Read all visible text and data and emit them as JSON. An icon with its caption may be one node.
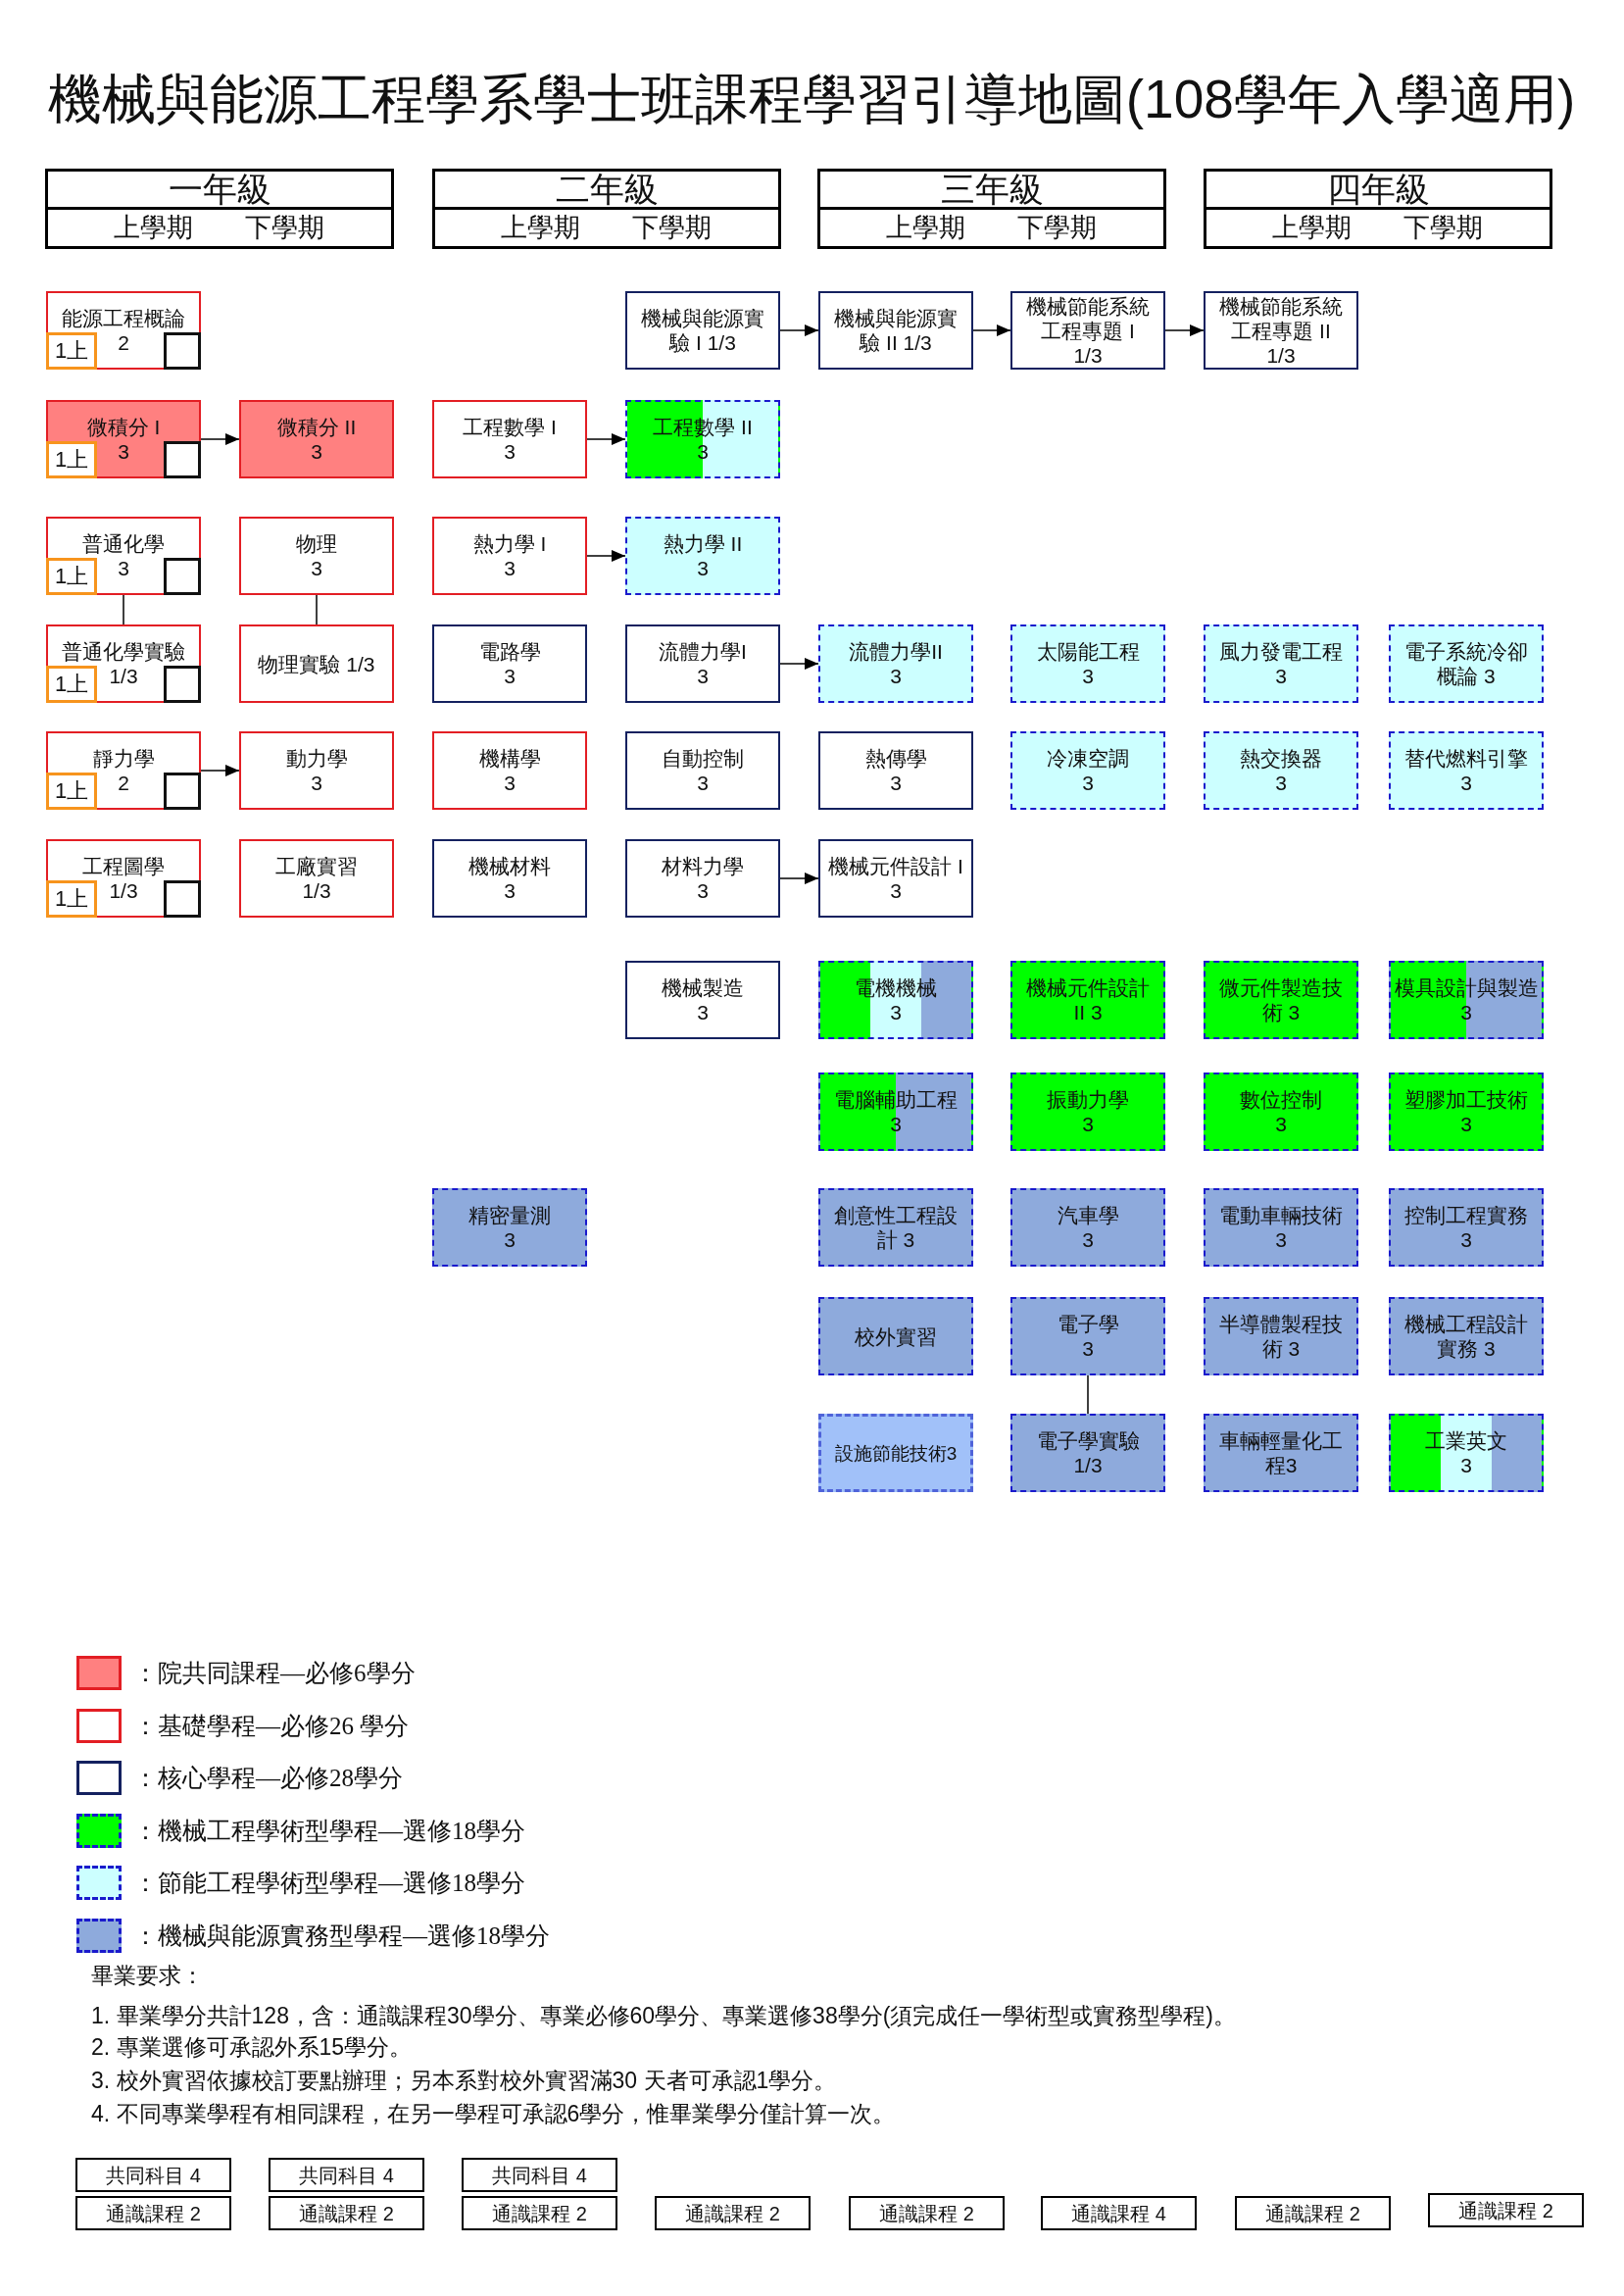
{
  "diagram": {
    "title": "機械與能源工程學系學士班課程學習引導地圖(108學年入學適用)",
    "nodes": [
      {
        "text": [
          "一年級",
          "上學期",
          "下學期"
        ]
      },
      {
        "text": [
          "二年級",
          "上學期",
          "下學期"
        ]
      },
      {
        "text": [
          "三年級",
          "上學期",
          "下學期"
        ]
      },
      {
        "text": [
          "四年級",
          "上學期",
          "下學期"
        ]
      },
      {
        "text": [
          "能源工程概論",
          "2"
        ]
      },
      {
        "text": [
          "1上"
        ],
        "in": 4
      },
      {
        "text": [],
        "shape": "box",
        "in": 4
      },
      {
        "text": [
          "機械與能源實驗 I 1/3"
        ]
      },
      {
        "text": [
          "機械與能源實驗 II 1/3"
        ]
      },
      {
        "text": [
          "機械節能系統工程專題 I",
          "1/3"
        ]
      },
      {
        "text": [
          "機械節能系統工程專題 II",
          "1/3"
        ]
      },
      {
        "text": [
          "微積分 I",
          "3"
        ]
      },
      {
        "text": [
          "1上"
        ],
        "in": 11
      },
      {
        "text": [],
        "shape": "box",
        "in": 11
      },
      {
        "text": [
          "微積分 II",
          "3"
        ]
      },
      {
        "text": [
          "工程數學 I",
          "3"
        ]
      },
      {
        "text": [
          "工程數學 II",
          "3"
        ]
      },
      {
        "text": [
          "普通化學",
          "3"
        ]
      },
      {
        "text": [
          "1上"
        ],
        "in": 17
      },
      {
        "text": [],
        "shape": "box",
        "in": 17
      },
      {
        "text": [
          "物理",
          "3"
        ]
      },
      {
        "text": [
          "熱力學 I",
          "3"
        ]
      },
      {
        "text": [
          "熱力學 II",
          "3"
        ]
      },
      {
        "text": [
          "普通化學實驗",
          "1/3"
        ]
      },
      {
        "text": [
          "1上"
        ],
        "in": 23
      },
      {
        "text": [],
        "shape": "box",
        "in": 23
      },
      {
        "text": [
          "物理實驗 1/3"
        ]
      },
      {
        "text": [
          "電路學",
          "3"
        ]
      },
      {
        "text": [
          "流體力學I",
          "3"
        ]
      },
      {
        "text": [
          "流體力學II",
          "3"
        ]
      },
      {
        "text": [
          "太陽能工程",
          "3"
        ]
      },
      {
        "text": [
          "風力發電工程",
          "3"
        ]
      },
      {
        "text": [
          "電子系統冷卻概論 3"
        ]
      },
      {
        "text": [
          "靜力學",
          "2"
        ]
      },
      {
        "text": [
          "1上"
        ],
        "in": 33
      },
      {
        "text": [],
        "shape": "box",
        "in": 33
      },
      {
        "text": [
          "動力學",
          "3"
        ]
      },
      {
        "text": [
          "機構學",
          "3"
        ]
      },
      {
        "text": [
          "自動控制",
          "3"
        ]
      },
      {
        "text": [
          "熱傳學",
          "3"
        ]
      },
      {
        "text": [
          "冷凍空調",
          "3"
        ]
      },
      {
        "text": [
          "熱交換器",
          "3"
        ]
      },
      {
        "text": [
          "替代燃料引擎",
          "3"
        ]
      },
      {
        "text": [
          "工程圖學",
          "1/3"
        ]
      },
      {
        "text": [
          "1上"
        ],
        "in": 43
      },
      {
        "text": [],
        "shape": "box",
        "in": 43
      },
      {
        "text": [
          "工廠實習",
          "1/3"
        ]
      },
      {
        "text": [
          "機械材料",
          "3"
        ]
      },
      {
        "text": [
          "材料力學",
          "3"
        ]
      },
      {
        "text": [
          "機械元件設計 I 3"
        ]
      },
      {
        "text": [
          "機械製造",
          "3"
        ]
      },
      {
        "text": [
          "電機機械",
          "3"
        ]
      },
      {
        "text": [
          "機械元件設計 II 3"
        ]
      },
      {
        "text": [
          "微元件製造技術 3"
        ]
      },
      {
        "text": [
          "模具設計與製造",
          "3"
        ]
      },
      {
        "text": [
          "電腦輔助工程",
          "3"
        ]
      },
      {
        "text": [
          "振動力學",
          "3"
        ]
      },
      {
        "text": [
          "數位控制",
          "3"
        ]
      },
      {
        "text": [
          "塑膠加工技術",
          "3"
        ]
      },
      {
        "text": [
          "精密量測",
          "3"
        ]
      },
      {
        "text": [
          "創意性工程設計 3"
        ]
      },
      {
        "text": [
          "汽車學",
          "3"
        ]
      },
      {
        "text": [
          "電動車輛技術",
          "3"
        ]
      },
      {
        "text": [
          "控制工程實務",
          "3"
        ]
      },
      {
        "text": [
          "校外實習"
        ]
      },
      {
        "text": [
          "電子學",
          "3"
        ]
      },
      {
        "text": [
          "半導體製程技術 3"
        ]
      },
      {
        "text": [
          "機械工程設計實務 3"
        ]
      },
      {
        "text": [
          "設施節能技術3"
        ]
      },
      {
        "text": [
          "電子學實驗",
          "1/3"
        ]
      },
      {
        "text": [
          "車輛輕量化工程3"
        ]
      },
      {
        "text": [
          "工業英文",
          "3"
        ]
      },
      {
        "text": [
          "共同科目 4"
        ]
      },
      {
        "text": [
          "共同科目 4"
        ]
      },
      {
        "text": [
          "共同科目 4"
        ]
      },
      {
        "text": [
          "通識課程 2"
        ]
      },
      {
        "text": [
          "通識課程 2"
        ]
      },
      {
        "text": [
          "通識課程 2"
        ]
      },
      {
        "text": [
          "通識課程 2"
        ]
      },
      {
        "text": [
          "通識課程 2"
        ]
      },
      {
        "text": [
          "通識課程 4"
        ]
      },
      {
        "text": [
          "通識課程 2"
        ]
      },
      {
        "text": [
          "通識課程 2"
        ]
      }
    ],
    "edges": [
      {
        "from": 7,
        "to": 8,
        "arrow": "to"
      },
      {
        "from": 8,
        "to": 9,
        "arrow": "to"
      },
      {
        "from": 9,
        "to": 10,
        "arrow": "to"
      },
      {
        "from": 11,
        "to": 14,
        "arrow": "to"
      },
      {
        "from": 15,
        "to": 16,
        "arrow": "to"
      },
      {
        "from": 17,
        "to": 23,
        "arrow": "none"
      },
      {
        "from": 20,
        "to": 26,
        "arrow": "none"
      },
      {
        "from": 21,
        "to": 22,
        "arrow": "to"
      },
      {
        "from": 28,
        "to": 29,
        "arrow": "to"
      },
      {
        "from": 33,
        "to": 36,
        "arrow": "to"
      },
      {
        "from": 48,
        "to": 49,
        "arrow": "to"
      },
      {
        "from": 65,
        "to": 69,
        "arrow": "none"
      }
    ],
    "labels": [
      "畢業要求：",
      "1. 畢業學分共計128，含：通識課程30學分、專業必修60學分、專業選修38學分(須完成任一學術型或實務型學程)。",
      "2. 專業選修可承認外系15學分。",
      "3. 校外實習依據校訂要點辦理；另本系對校外實習滿30 天者可承認1學分。",
      "4. 不同專業學程有相同課程，在另一學程可承認6學分，惟畢業學分僅計算一次。"
    ],
    "legend": [
      {
        "text": "：院共同課程—必修6學分",
        "color": "#ff8080"
      },
      {
        "text": "：基礎學程—必修26 學分",
        "color": "#e31e24"
      },
      {
        "text": "：核心學程—必修28學分",
        "color": "#14215f"
      },
      {
        "text": "：機械工程學術型學程—選修18學分",
        "color": "#00ff00"
      },
      {
        "text": "：節能工程學術型學程—選修18學分",
        "color": "#ccffff"
      },
      {
        "text": "：機械與能源實務型學程—選修18學分",
        "color": "#8eaadc"
      }
    ]
  }
}
